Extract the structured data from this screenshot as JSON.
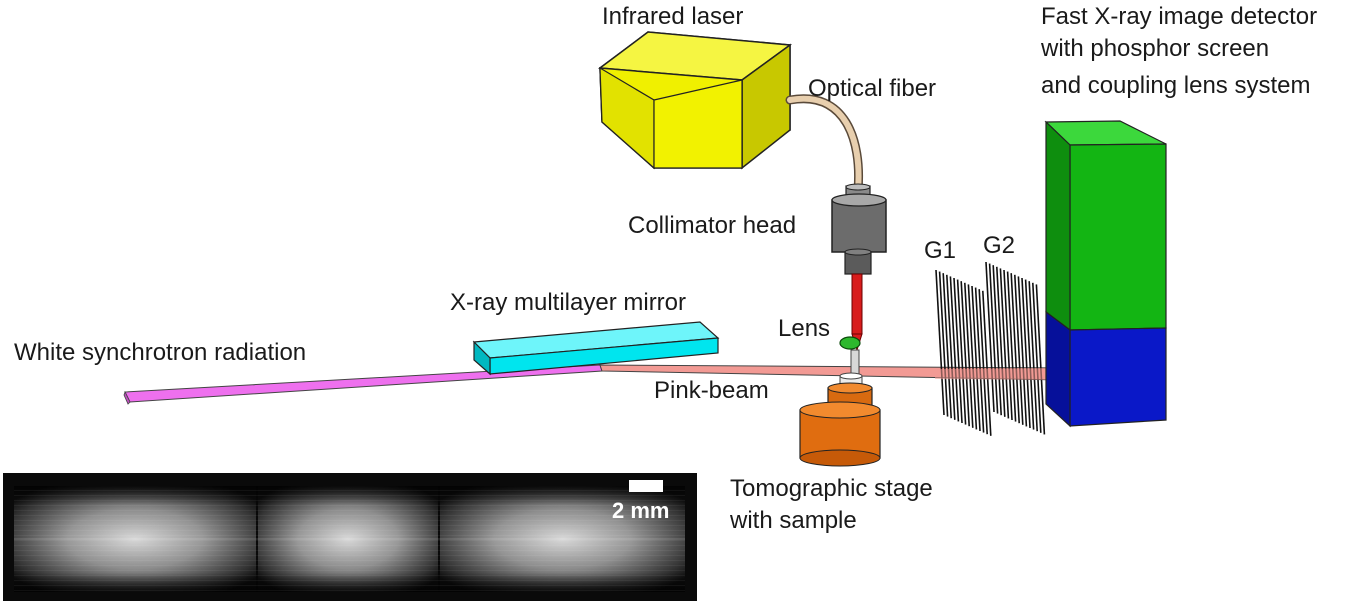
{
  "labels": {
    "infrared_laser": "Infrared laser",
    "optical_fiber": "Optical fiber",
    "collimator_head": "Collimator head",
    "lens": "Lens",
    "mirror": "X-ray multilayer mirror",
    "white_radiation": "White synchrotron radiation",
    "pink_beam": "Pink-beam",
    "stage_line1": "Tomographic stage",
    "stage_line2": "with sample",
    "g1": "G1",
    "g2": "G2",
    "detector_line1": "Fast X-ray image detector",
    "detector_line2": "with phosphor screen",
    "detector_line3": "and coupling lens system"
  },
  "inset": {
    "scale_bar_label": "2 mm"
  },
  "colors": {
    "laser": "#f0f000",
    "fiber": "#e8cfae",
    "collimator": "#707070",
    "laser_beam": "#d81c1c",
    "lens": "#2db82d",
    "mirror": "#00e5ee",
    "white_beam": "#ee70ee",
    "pink_beam": "#f29a94",
    "stage": "#e06d10",
    "detector_top": "#13b513",
    "detector_bottom": "#0a18c8",
    "gratings": "#111111"
  }
}
